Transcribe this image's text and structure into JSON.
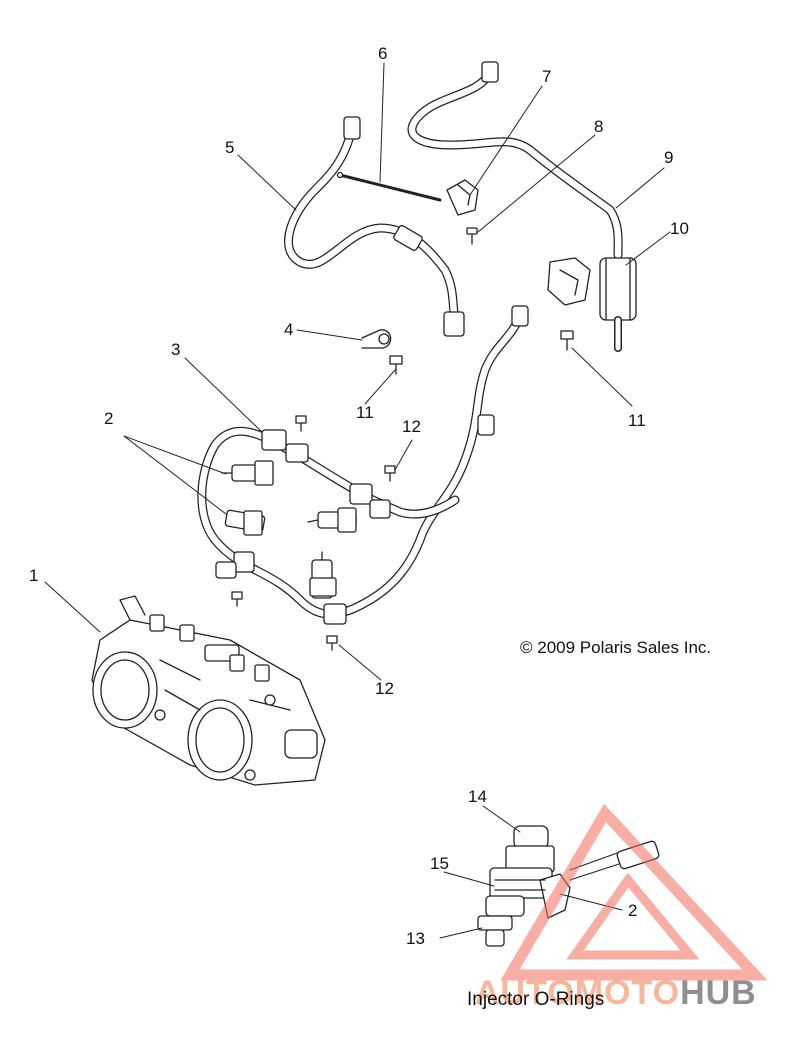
{
  "diagram": {
    "callouts": [
      "1",
      "2",
      "3",
      "4",
      "5",
      "6",
      "7",
      "8",
      "9",
      "10",
      "11",
      "11",
      "12",
      "12",
      "13",
      "14",
      "15",
      "2"
    ],
    "copyright": "© 2009 Polaris Sales Inc.",
    "inset_caption": "Injector O-Rings"
  },
  "watermark": {
    "part1": "AUTOMOTO",
    "part2": "HUB",
    "color_accent": "#f26b5b"
  },
  "colors": {
    "line": "#222222",
    "background": "#ffffff",
    "watermark": "#f26b5b"
  }
}
